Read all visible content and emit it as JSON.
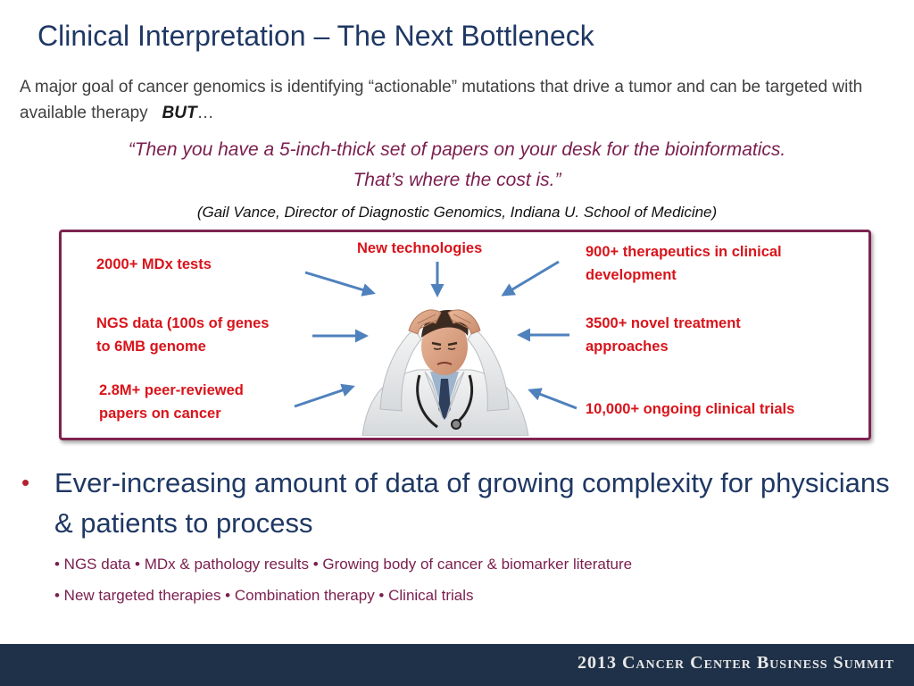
{
  "slide": {
    "title": "Clinical Interpretation – The Next Bottleneck",
    "intro_text": "A major goal of  cancer genomics is identifying “actionable” mutations that drive a tumor and can be targeted with available therapy",
    "intro_emphasis": "BUT",
    "intro_ellipsis": "…",
    "quote_line1": "“Then you have a 5-inch-thick set of papers on your desk for the bioinformatics.",
    "quote_line2": "That’s where the cost is.”",
    "attribution": "(Gail Vance, Director of Diagnostic Genomics, Indiana U. School of Medicine)"
  },
  "panel": {
    "top_label": "New technologies",
    "left": [
      {
        "line1": "2000+ MDx tests",
        "line2": ""
      },
      {
        "line1": "NGS data (100s of genes",
        "line2": "to 6MB genome"
      },
      {
        "line1": "2.8M+ peer-reviewed",
        "line2": "papers on cancer"
      }
    ],
    "right": [
      {
        "line1": "900+ therapeutics in clinical",
        "line2": "development"
      },
      {
        "line1": "3500+ novel treatment",
        "line2": "approaches"
      },
      {
        "line1": "10,000+ ongoing clinical trials",
        "line2": ""
      }
    ],
    "colors": {
      "label": "#d9141b",
      "border": "#7d2350",
      "arrow": "#4f81bd"
    }
  },
  "bullets": {
    "main_marker": "•",
    "main_text": "Ever-increasing amount of data of growing complexity for physicians & patients to process",
    "sub1": "• NGS data • MDx & pathology results • Growing body of cancer & biomarker literature",
    "sub2": "• New targeted therapies • Combination therapy • Clinical trials"
  },
  "footer": {
    "text": "2013 Cancer Center Business Summit",
    "background": "#1f3148"
  }
}
